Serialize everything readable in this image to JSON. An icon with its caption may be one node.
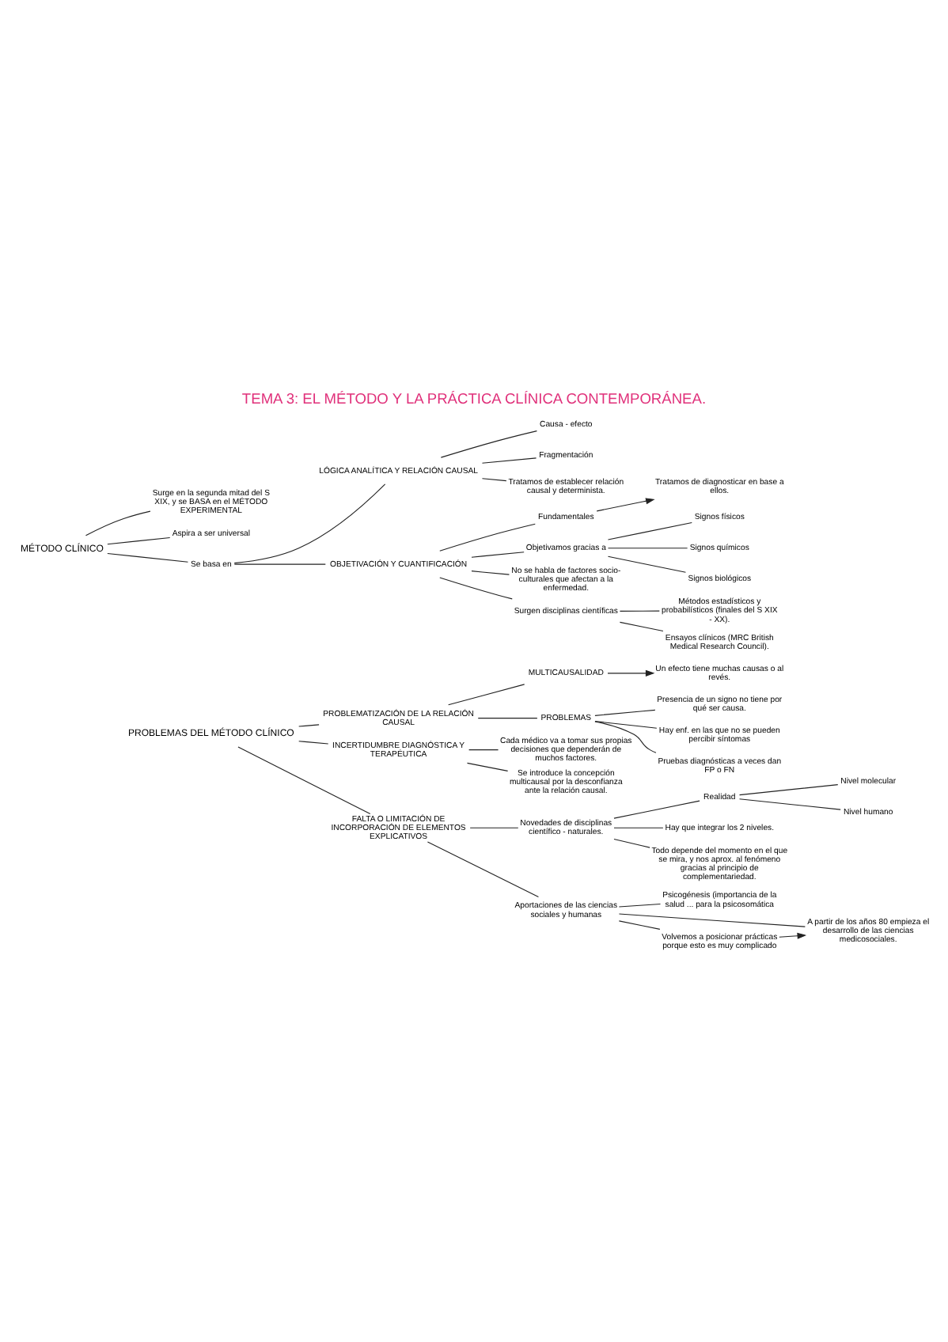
{
  "diagram": {
    "title": "TEMA 3: EL MÉTODO Y LA PRÁCTICA CLÍNICA CONTEMPORÁNEA.",
    "nodes": [
      {
        "text": [
          "MÉTODO CLÍNICO"
        ]
      },
      {
        "text": [
          "Surge en la segunda mitad del S XIX, y se BASA en el MÉTODO EXPERIMENTAL"
        ]
      },
      {
        "text": [
          "Aspira a ser universal"
        ]
      },
      {
        "text": [
          "Se basa en"
        ]
      },
      {
        "text": [
          "LÓGICA ANALÍTICA Y RELACIÓN CAUSAL"
        ]
      },
      {
        "text": [
          "Causa - efecto"
        ]
      },
      {
        "text": [
          "Fragmentación"
        ]
      },
      {
        "text": [
          "Tratamos de establecer relación causal y determinista."
        ]
      },
      {
        "text": [
          "OBJETIVACIÓN Y CUANTIFICACIÓN"
        ]
      },
      {
        "text": [
          "Fundamentales"
        ]
      },
      {
        "text": [
          "Tratamos de diagnosticar en base a ellos."
        ]
      },
      {
        "text": [
          "Objetivamos gracias a"
        ]
      },
      {
        "text": [
          "Signos físicos"
        ]
      },
      {
        "text": [
          "Signos químicos"
        ]
      },
      {
        "text": [
          "Signos biológicos"
        ]
      },
      {
        "text": [
          "No se habla de factores socio-culturales que afectan a la enfermedad."
        ]
      },
      {
        "text": [
          "Surgen disciplinas científicas"
        ]
      },
      {
        "text": [
          "Métodos estadísticos y probabilísticos (finales del S XIX - XX)."
        ]
      },
      {
        "text": [
          "Ensayos clínicos (MRC British Medical Research Council)."
        ]
      },
      {
        "text": [
          "PROBLEMAS DEL MÉTODO CLÍNICO"
        ]
      },
      {
        "text": [
          "PROBLEMATIZACIÓN DE LA RELACIÓN CAUSAL"
        ]
      },
      {
        "text": [
          "MULTICAUSALIDAD"
        ]
      },
      {
        "text": [
          "Un efecto tiene muchas causas o al revés."
        ]
      },
      {
        "text": [
          "PROBLEMAS"
        ]
      },
      {
        "text": [
          "Presencia de un signo no tiene por qué ser causa."
        ]
      },
      {
        "text": [
          "Hay enf. en las que no se pueden percibir síntomas"
        ]
      },
      {
        "text": [
          "Pruebas diagnósticas a veces dan FP o FN"
        ]
      },
      {
        "text": [
          "INCERTIDUMBRE DIAGNÓSTICA Y TERAPÉUTICA"
        ]
      },
      {
        "text": [
          "Cada médico va a tomar sus propias decisiones que dependerán de muchos factores."
        ]
      },
      {
        "text": [
          "Se introduce la concepción multicausal por la desconfianza ante la relación causal."
        ]
      },
      {
        "text": [
          "FALTA O LIMITACIÓN DE INCORPORACIÓN DE ELEMENTOS EXPLICATIVOS"
        ]
      },
      {
        "text": [
          "Novedades de disciplinas científico - naturales."
        ]
      },
      {
        "text": [
          "Realidad"
        ]
      },
      {
        "text": [
          "Nivel molecular"
        ]
      },
      {
        "text": [
          "Nivel humano"
        ]
      },
      {
        "text": [
          "Hay que integrar los 2 niveles."
        ]
      },
      {
        "text": [
          "Todo depende del momento en el que se mira, y nos aprox. al fenómeno gracias al principio de complementariedad."
        ]
      },
      {
        "text": [
          "Aportaciones de las ciencias sociales y humanas"
        ]
      },
      {
        "text": [
          "Psicogénesis (importancia de la salud ... para la psicosomática"
        ]
      },
      {
        "text": [
          "A partir de los años 80 empieza el desarrollo de las ciencias medicosociales."
        ]
      },
      {
        "text": [
          "Volvemos a posicionar prácticas porque esto es muy complicado"
        ]
      }
    ],
    "edges": [
      {
        "from": 0,
        "to": 1,
        "arrow": "none"
      },
      {
        "from": 0,
        "to": 2,
        "arrow": "none"
      },
      {
        "from": 0,
        "to": 3,
        "arrow": "none"
      },
      {
        "from": 3,
        "to": 4,
        "arrow": "none"
      },
      {
        "from": 3,
        "to": 8,
        "arrow": "none"
      },
      {
        "from": 4,
        "to": 5,
        "arrow": "none"
      },
      {
        "from": 4,
        "to": 6,
        "arrow": "none"
      },
      {
        "from": 4,
        "to": 7,
        "arrow": "none"
      },
      {
        "from": 8,
        "to": 9,
        "arrow": "none"
      },
      {
        "from": 9,
        "to": 10,
        "arrow": "to"
      },
      {
        "from": 8,
        "to": 11,
        "arrow": "none"
      },
      {
        "from": 11,
        "to": 12,
        "arrow": "none"
      },
      {
        "from": 11,
        "to": 13,
        "arrow": "none"
      },
      {
        "from": 11,
        "to": 14,
        "arrow": "none"
      },
      {
        "from": 8,
        "to": 15,
        "arrow": "none"
      },
      {
        "from": 8,
        "to": 16,
        "arrow": "none"
      },
      {
        "from": 16,
        "to": 17,
        "arrow": "none"
      },
      {
        "from": 16,
        "to": 18,
        "arrow": "none"
      },
      {
        "from": 19,
        "to": 20,
        "arrow": "none"
      },
      {
        "from": 19,
        "to": 27,
        "arrow": "none"
      },
      {
        "from": 19,
        "to": 30,
        "arrow": "none"
      },
      {
        "from": 20,
        "to": 21,
        "arrow": "none"
      },
      {
        "from": 21,
        "to": 22,
        "arrow": "to"
      },
      {
        "from": 20,
        "to": 23,
        "arrow": "none"
      },
      {
        "from": 23,
        "to": 24,
        "arrow": "none"
      },
      {
        "from": 23,
        "to": 25,
        "arrow": "none"
      },
      {
        "from": 23,
        "to": 26,
        "arrow": "none"
      },
      {
        "from": 27,
        "to": 28,
        "arrow": "none"
      },
      {
        "from": 27,
        "to": 29,
        "arrow": "none"
      },
      {
        "from": 30,
        "to": 31,
        "arrow": "none"
      },
      {
        "from": 30,
        "to": 37,
        "arrow": "none"
      },
      {
        "from": 31,
        "to": 32,
        "arrow": "none"
      },
      {
        "from": 32,
        "to": 33,
        "arrow": "none"
      },
      {
        "from": 32,
        "to": 34,
        "arrow": "none"
      },
      {
        "from": 31,
        "to": 35,
        "arrow": "none"
      },
      {
        "from": 31,
        "to": 36,
        "arrow": "none"
      },
      {
        "from": 37,
        "to": 38,
        "arrow": "none"
      },
      {
        "from": 37,
        "to": 39,
        "arrow": "none"
      },
      {
        "from": 37,
        "to": 40,
        "arrow": "none"
      },
      {
        "from": 40,
        "to": 39,
        "arrow": "to"
      }
    ]
  }
}
